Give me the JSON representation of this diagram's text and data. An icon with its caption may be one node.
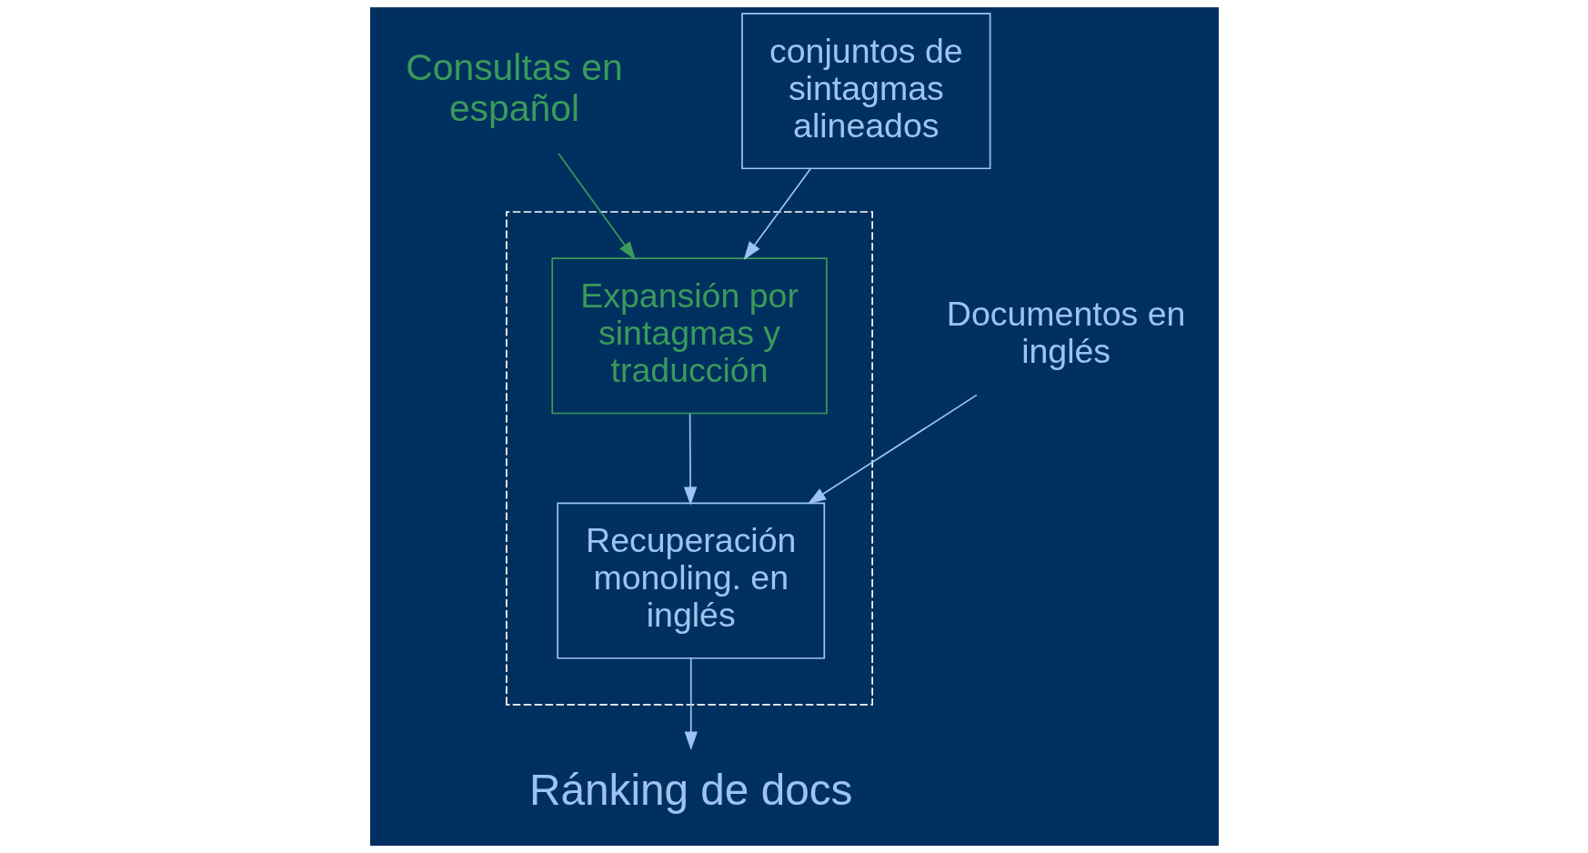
{
  "diagram": {
    "nodes": [
      {
        "text": [
          "Consultas en español"
        ]
      },
      {
        "text": [],
        "shape": "box"
      },
      {
        "text": [
          "conjuntos de sintagmas alineados"
        ]
      },
      {
        "text": [
          "Expansión por sintagmas y traducción"
        ],
        "in": 1
      },
      {
        "text": [
          "Documentos en inglés"
        ]
      },
      {
        "text": [
          "Recuperación monoling. en inglés"
        ],
        "in": 1
      },
      {
        "text": [
          "Ránking de docs"
        ]
      }
    ],
    "edges": [
      {
        "from": 0,
        "to": 3,
        "arrow": "to",
        "color": "#3a9a5b"
      },
      {
        "from": 2,
        "to": 3,
        "arrow": "to"
      },
      {
        "from": 3,
        "to": 5,
        "arrow": "to"
      },
      {
        "from": 4,
        "to": 5,
        "arrow": "to"
      },
      {
        "from": 5,
        "to": 6,
        "arrow": "to"
      }
    ]
  }
}
